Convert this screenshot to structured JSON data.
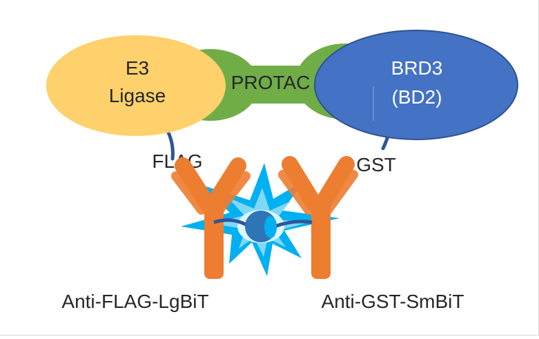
{
  "diagram": {
    "e3": {
      "line1": "E3",
      "line2": "Ligase"
    },
    "protac": "PROTAC",
    "brd3": {
      "line1": "BRD3",
      "line2": "(BD2)"
    },
    "tag_flag": "FLAG",
    "tag_gst": "GST",
    "antibody_left": "Anti-FLAG-LgBiT",
    "antibody_right": "Anti-GST-SmBiT"
  },
  "colors": {
    "e3_fill": "#FED16C",
    "protac_fill": "#70AD47",
    "brd3_fill": "#4472C4",
    "brd3_stroke": "#2F528F",
    "tether": "#2F5597",
    "antibody": "#ED7D31",
    "glow_outer": "#00B0F0",
    "glow_inner": "#DDF5FF",
    "luciferase_large": "#2E75B6",
    "luciferase_small": "#00B0F0",
    "label_dark": "#262626",
    "label_light": "#ffffff"
  }
}
